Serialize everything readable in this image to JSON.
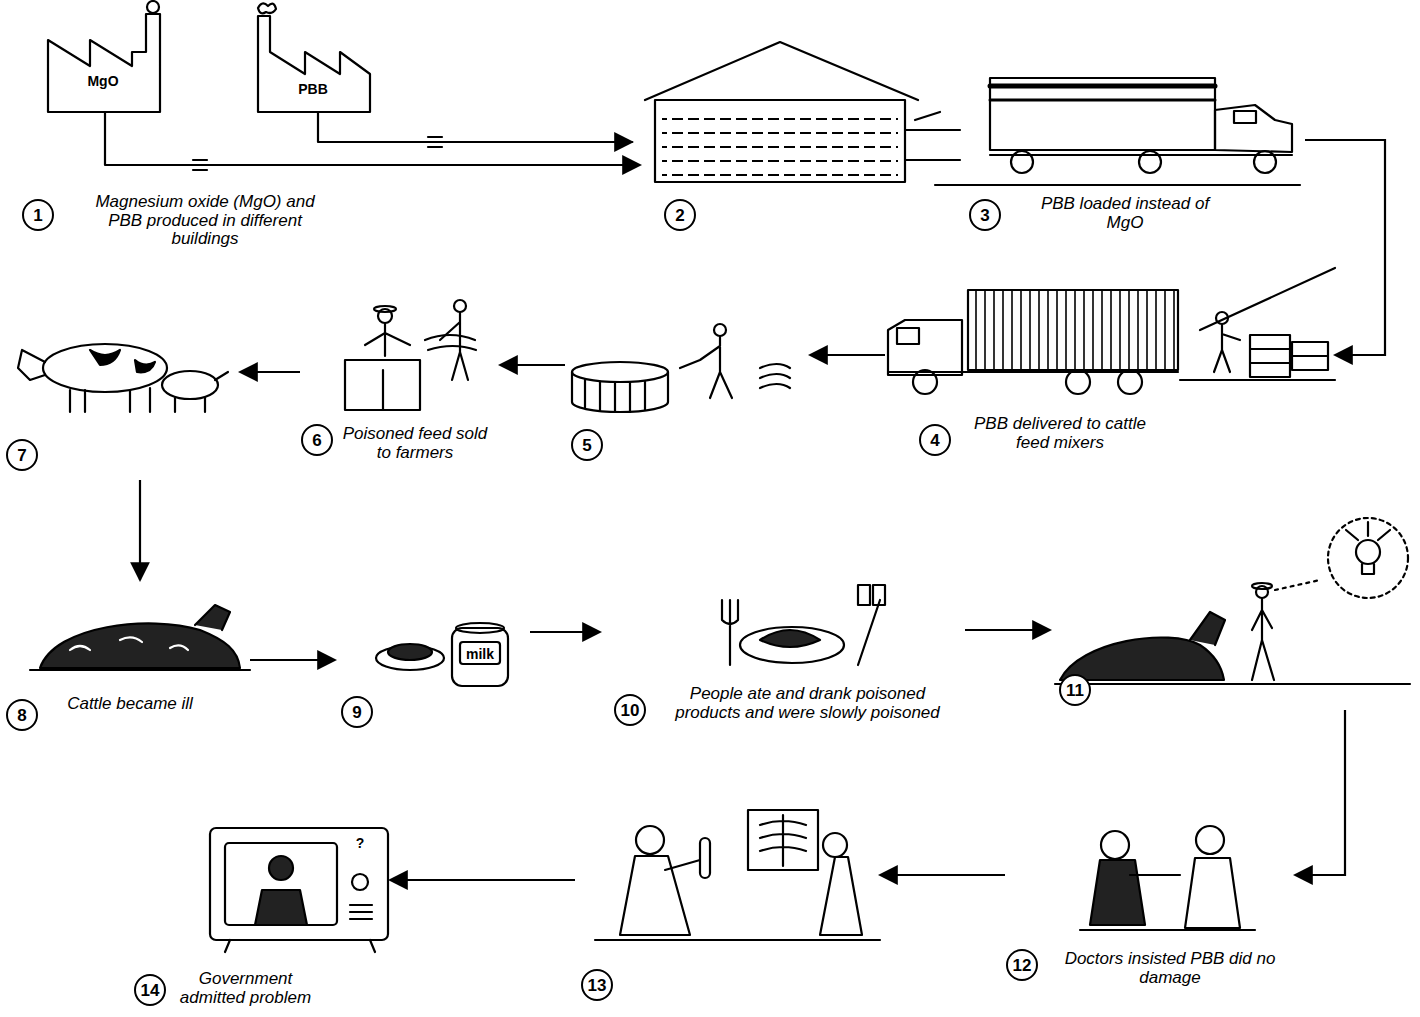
{
  "diagram": {
    "nodes": [
      {
        "text": [
          "1",
          "Magnesium oxide (MgO) and PBB produced in different buildings"
        ]
      },
      {
        "text": [
          "2"
        ]
      },
      {
        "text": [
          "3",
          "PBB loaded instead of MgO"
        ]
      },
      {
        "text": [
          "4",
          "PBB delivered to cattle feed mixers"
        ]
      },
      {
        "text": [
          "5"
        ]
      },
      {
        "text": [
          "6",
          "Poisoned feed sold to farmers"
        ]
      },
      {
        "text": [
          "7"
        ]
      },
      {
        "text": [
          "8",
          "Cattle became ill"
        ]
      },
      {
        "text": [
          "9"
        ]
      },
      {
        "text": [
          "10",
          "People ate and drank poisoned products and were slowly poisoned"
        ]
      },
      {
        "text": [
          "11"
        ]
      },
      {
        "text": [
          "12",
          "Doctors insisted PBB did no damage"
        ]
      },
      {
        "text": [
          "13"
        ]
      },
      {
        "text": [
          "14",
          "Government admitted problem"
        ]
      }
    ],
    "edges": [
      {
        "from": 0,
        "to": 1,
        "arrow": "to"
      },
      {
        "from": 2,
        "to": 3,
        "arrow": "to"
      },
      {
        "from": 3,
        "to": 4,
        "arrow": "to"
      },
      {
        "from": 4,
        "to": 5,
        "arrow": "to"
      },
      {
        "from": 5,
        "to": 6,
        "arrow": "to"
      },
      {
        "from": 6,
        "to": 7,
        "arrow": "to"
      },
      {
        "from": 7,
        "to": 8,
        "arrow": "to"
      },
      {
        "from": 8,
        "to": 9,
        "arrow": "to"
      },
      {
        "from": 9,
        "to": 10,
        "arrow": "to"
      },
      {
        "from": 10,
        "to": 11,
        "arrow": "to"
      },
      {
        "from": 11,
        "to": 12,
        "arrow": "to"
      },
      {
        "from": 12,
        "to": 13,
        "arrow": "to"
      }
    ],
    "labels": [
      "MgO",
      "PBB",
      "milk",
      "?"
    ]
  }
}
